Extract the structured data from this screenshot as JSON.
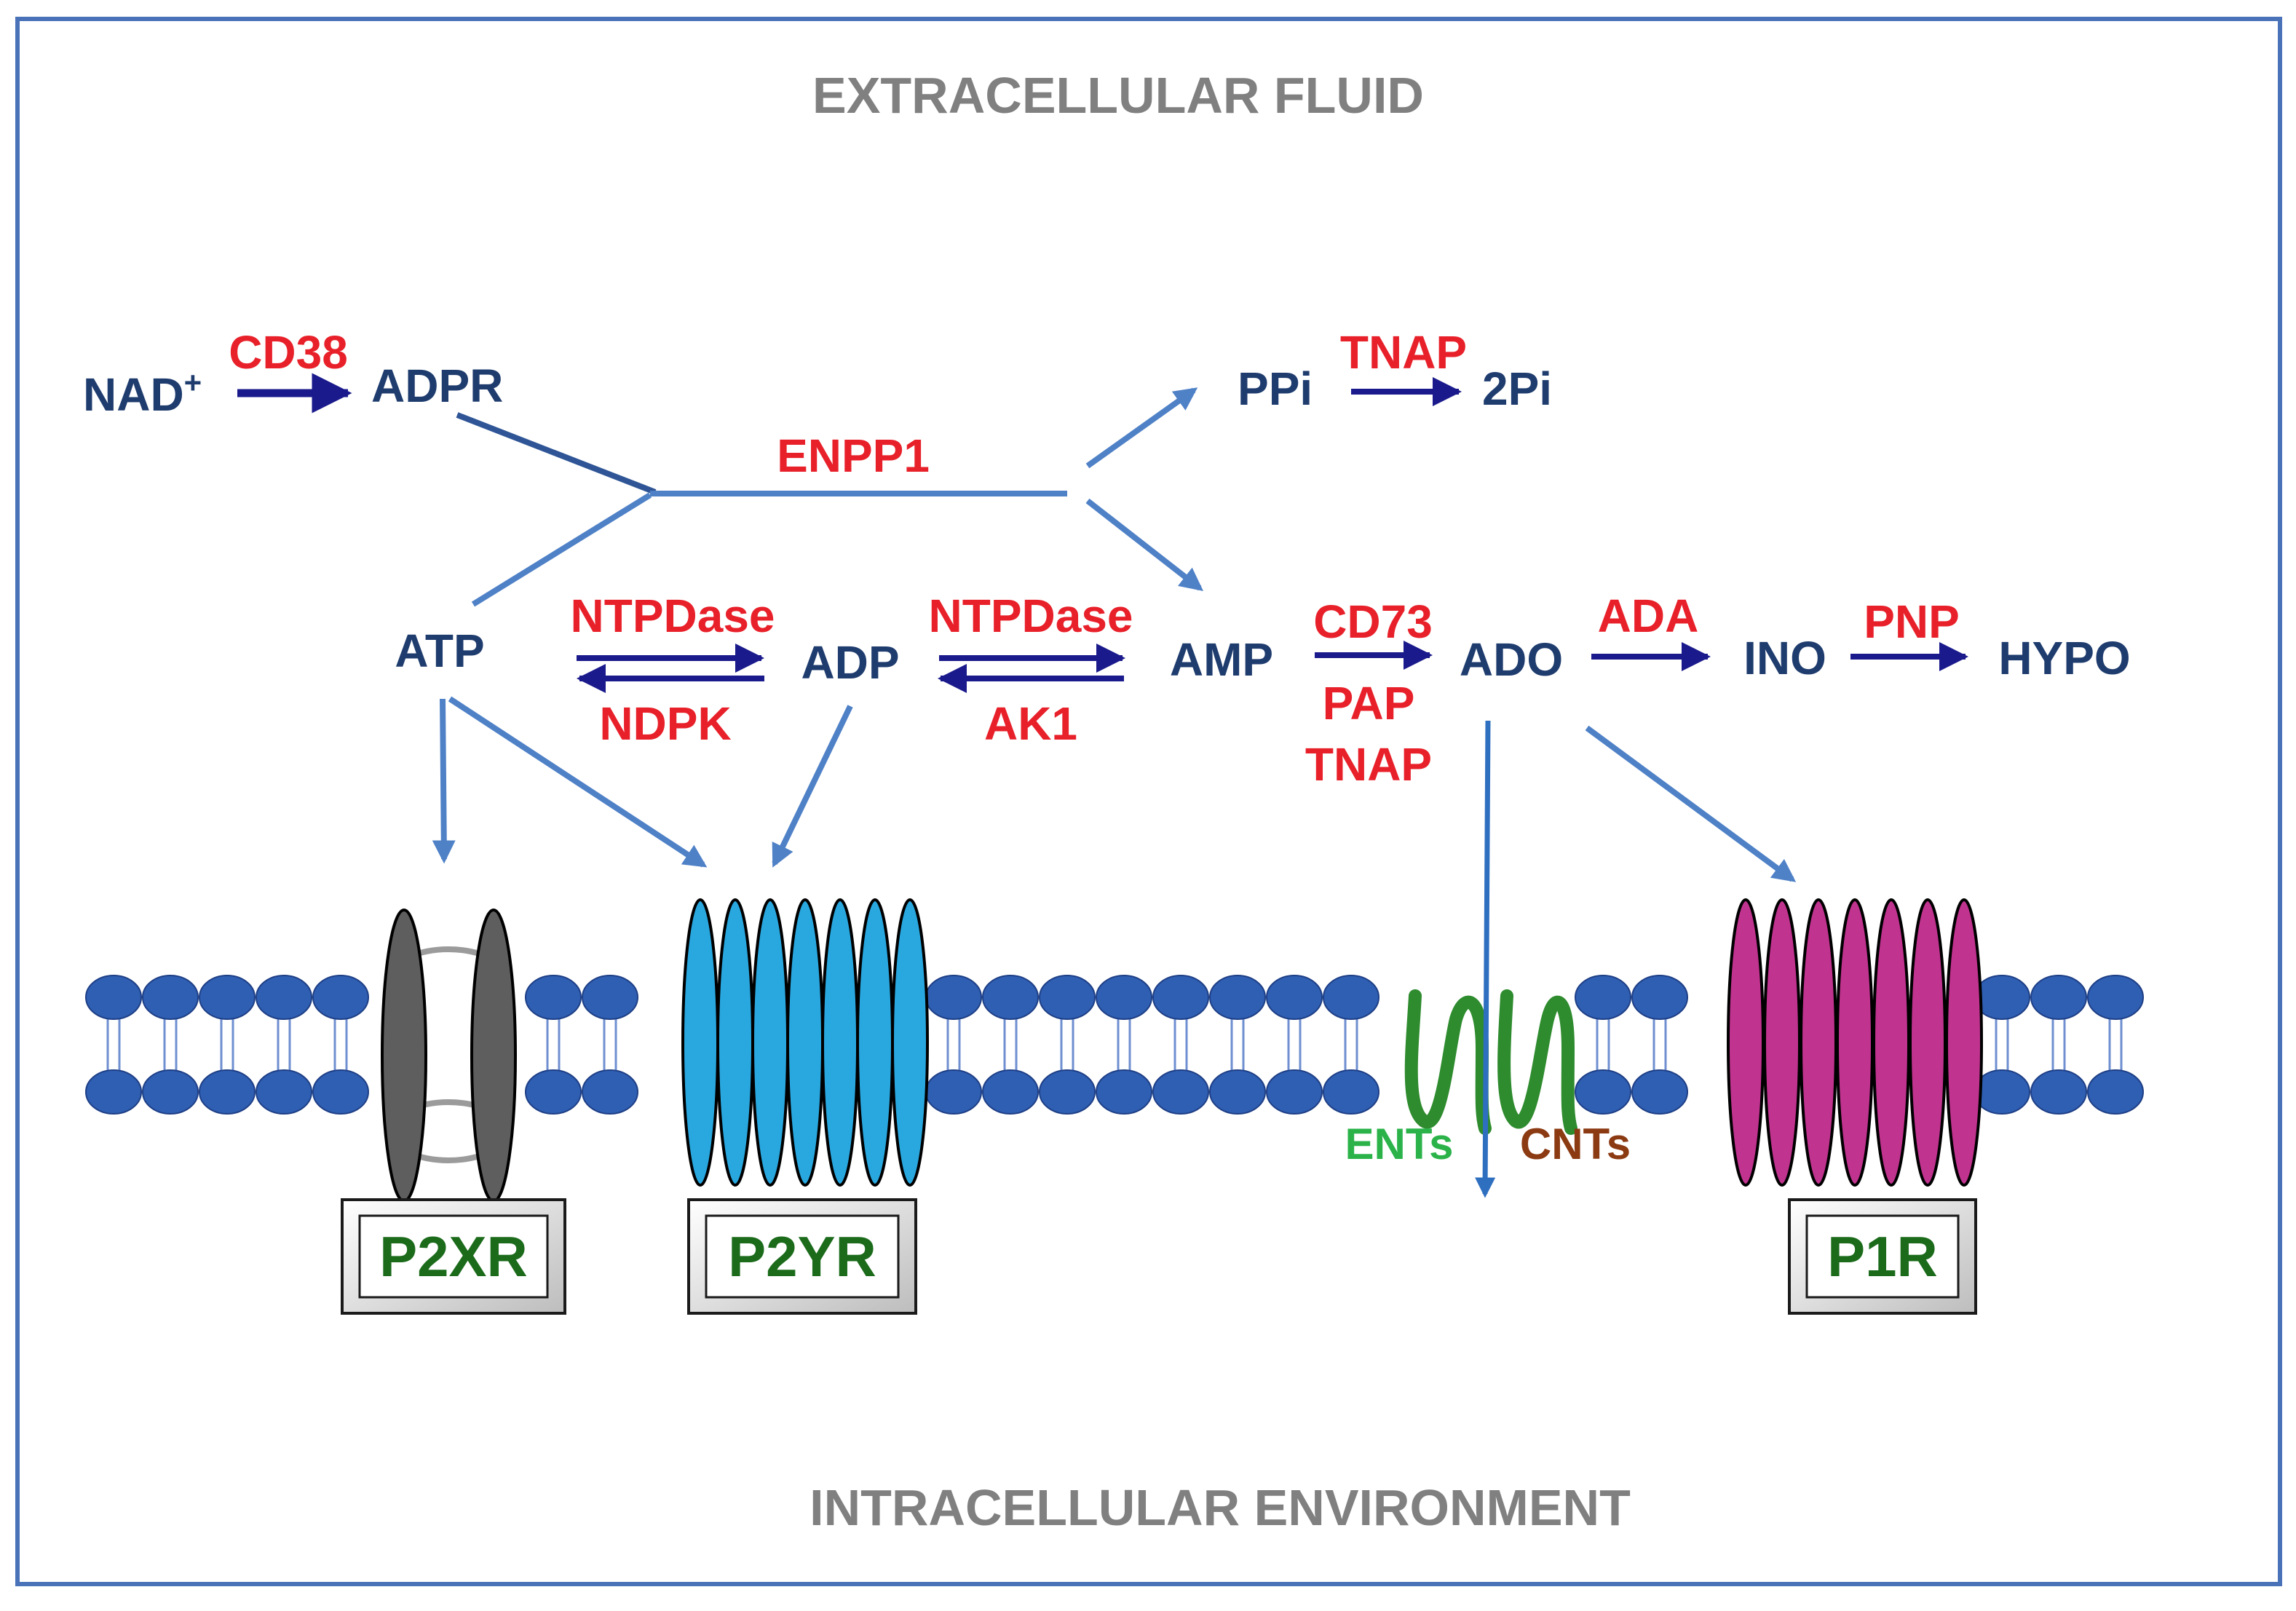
{
  "regions": {
    "extracellular": "EXTRACELLULAR FLUID",
    "intracellular": "INTRACELLULAR ENVIRONMENT"
  },
  "metabolites": {
    "nad": "NAD",
    "nad_superscript": "+",
    "adpr": "ADPR",
    "ppi": "PPi",
    "two_pi": "2Pi",
    "atp": "ATP",
    "adp": "ADP",
    "amp": "AMP",
    "ado": "ADO",
    "ino": "INO",
    "hypo": "HYPO"
  },
  "enzymes": {
    "cd38": "CD38",
    "tnap_top": "TNAP",
    "enpp1": "ENPP1",
    "ntpdase_1": "NTPDase",
    "ndpk": "NDPK",
    "ntpdase_2": "NTPDase",
    "ak1": "AK1",
    "cd73": "CD73",
    "pap": "PAP",
    "tnap_bottom": "TNAP",
    "ada": "ADA",
    "pnp": "PNP"
  },
  "transporters": {
    "ents": "ENTs",
    "cnts": "CNTs"
  },
  "receptors": {
    "p2xr": "P2XR",
    "p2yr": "P2YR",
    "p1r": "P1R"
  },
  "colors": {
    "frame": "#4a72b8",
    "metabolite": "#1f3c6e",
    "enzyme": "#e8202a",
    "reaction_arrow": "#1a1a8c",
    "flow_arrow": "#4f81c7",
    "transport_arrow": "#2f6fc0",
    "lipid_head": "#2f5fb3",
    "p2xr": "#5e5e5e",
    "p2yr": "#29a8e0",
    "p1r": "#c0338f",
    "ent": "#2e8b2e",
    "receptor_label": "#1b6b1b",
    "ents_label": "#2bb34a",
    "cnts_label": "#8b3a12"
  }
}
